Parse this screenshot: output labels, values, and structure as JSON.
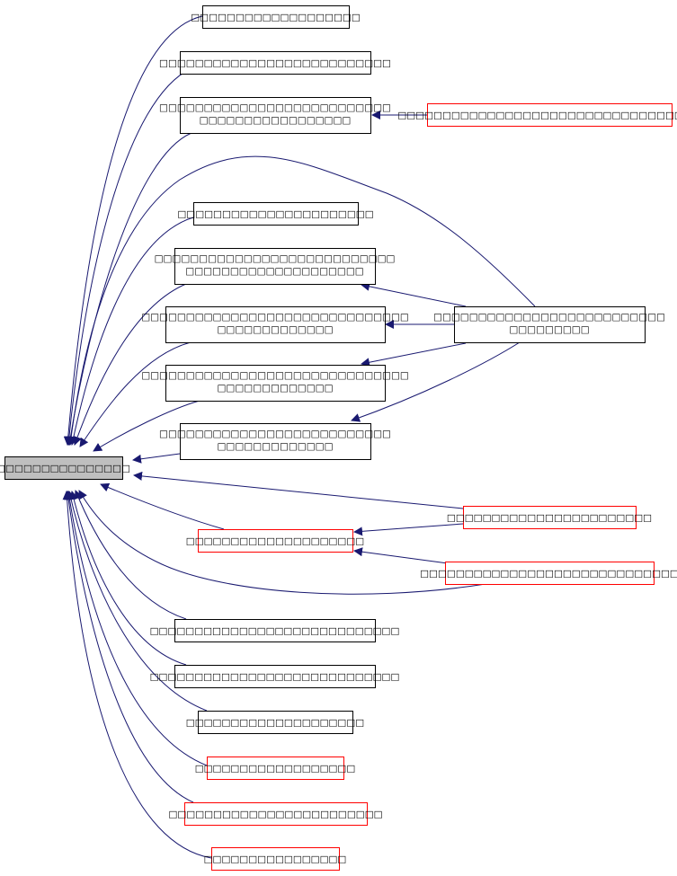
{
  "colors": {
    "edge": "#191970",
    "node_border": "#000000",
    "node_border_red": "#ff0000",
    "root_fill": "#bfbfbf"
  },
  "nodes": [
    {
      "lines": [
        "□□□□□□□□□□□□□□□"
      ],
      "kind": "root"
    },
    {
      "lines": [
        "□□□□□□□□□□□□□□□□□□□"
      ],
      "kind": "normal"
    },
    {
      "lines": [
        "□□□□□□□□□□□□□□□□□□□□□□□□□□"
      ],
      "kind": "normal"
    },
    {
      "lines": [
        "□□□□□□□□□□□□□□□□□□□□□□□□□□",
        "□□□□□□□□□□□□□□□□□"
      ],
      "kind": "normal"
    },
    {
      "lines": [
        "□□□□□□□□□□□□□□□□□□□□□□□□□□□□□□□□□□"
      ],
      "kind": "red"
    },
    {
      "lines": [
        "□□□□□□□□□□□□□□□□□□□□□□"
      ],
      "kind": "normal"
    },
    {
      "lines": [
        "□□□□□□□□□□□□□□□□□□□□□□□□□□□",
        "□□□□□□□□□□□□□□□□□□□□"
      ],
      "kind": "normal"
    },
    {
      "lines": [
        "□□□□□□□□□□□□□□□□□□□□□□□□□□□□□□",
        "□□□□□□□□□□□□□"
      ],
      "kind": "normal"
    },
    {
      "lines": [
        "□□□□□□□□□□□□□□□□□□□□□□□□□□",
        "□□□□□□□□□"
      ],
      "kind": "normal"
    },
    {
      "lines": [
        "□□□□□□□□□□□□□□□□□□□□□□□□□□□□□□",
        "□□□□□□□□□□□□□"
      ],
      "kind": "normal"
    },
    {
      "lines": [
        "□□□□□□□□□□□□□□□□□□□□□□□□□□",
        "□□□□□□□□□□□□□"
      ],
      "kind": "normal"
    },
    {
      "lines": [
        "□□□□□□□□□□□□□□□□□□□□□□□"
      ],
      "kind": "red"
    },
    {
      "lines": [
        "□□□□□□□□□□□□□□□□□□□□"
      ],
      "kind": "red"
    },
    {
      "lines": [
        "□□□□□□□□□□□□□□□□□□□□□□□□□□□□□"
      ],
      "kind": "red"
    },
    {
      "lines": [
        "□□□□□□□□□□□□□□□□□□□□□□□□□□□□"
      ],
      "kind": "normal"
    },
    {
      "lines": [
        "□□□□□□□□□□□□□□□□□□□□□□□□□□□□"
      ],
      "kind": "normal"
    },
    {
      "lines": [
        "□□□□□□□□□□□□□□□□□□□□"
      ],
      "kind": "normal"
    },
    {
      "lines": [
        "□□□□□□□□□□□□□□□□□□"
      ],
      "kind": "red"
    },
    {
      "lines": [
        "□□□□□□□□□□□□□□□□□□□□□□□□"
      ],
      "kind": "red"
    },
    {
      "lines": [
        "□□□□□□□□□□□□□□□□"
      ],
      "kind": "red"
    }
  ],
  "edges": [
    [
      1,
      0
    ],
    [
      2,
      0
    ],
    [
      3,
      0
    ],
    [
      8,
      0
    ],
    [
      5,
      0
    ],
    [
      6,
      0
    ],
    [
      7,
      0
    ],
    [
      9,
      0
    ],
    [
      10,
      0
    ],
    [
      11,
      0
    ],
    [
      12,
      0
    ],
    [
      13,
      0
    ],
    [
      14,
      0
    ],
    [
      15,
      0
    ],
    [
      16,
      0
    ],
    [
      17,
      0
    ],
    [
      18,
      0
    ],
    [
      19,
      0
    ],
    [
      4,
      3
    ],
    [
      8,
      6
    ],
    [
      8,
      7
    ],
    [
      8,
      9
    ],
    [
      8,
      10
    ],
    [
      11,
      12
    ],
    [
      13,
      12
    ]
  ]
}
